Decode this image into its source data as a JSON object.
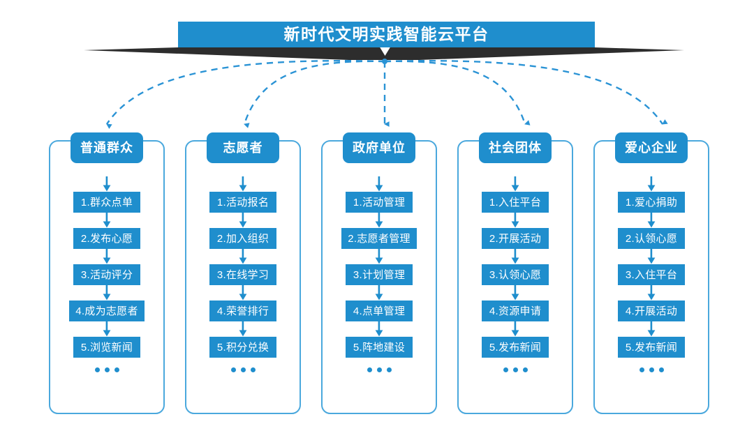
{
  "header": {
    "title": "新时代文明实践智能云平台",
    "bar_color": "#1f8ecd",
    "shadow_color": "#2d2d2d",
    "title_color": "#ffffff"
  },
  "theme": {
    "accent": "#1f8ecd",
    "frame_border": "#4aa8dd",
    "connector": "#2a93d5",
    "background": "#ffffff"
  },
  "connectors": {
    "style": "dashed-curved-arrow",
    "origin_label": "platform-hub",
    "count": 5
  },
  "columns": [
    {
      "title": "普通群众",
      "items": [
        "1.群众点单",
        "2.发布心愿",
        "3.活动评分",
        "4.成为志愿者",
        "5.浏览新闻"
      ],
      "more": "•••"
    },
    {
      "title": "志愿者",
      "items": [
        "1.活动报名",
        "2.加入组织",
        "3.在线学习",
        "4.荣誉排行",
        "5.积分兑换"
      ],
      "more": "•••"
    },
    {
      "title": "政府单位",
      "items": [
        "1.活动管理",
        "2.志愿者管理",
        "3.计划管理",
        "4.点单管理",
        "5.阵地建设"
      ],
      "more": "•••"
    },
    {
      "title": "社会团体",
      "items": [
        "1.入住平台",
        "2.开展活动",
        "3.认领心愿",
        "4.资源申请",
        "5.发布新闻"
      ],
      "more": "•••"
    },
    {
      "title": "爱心企业",
      "items": [
        "1.爱心捐助",
        "2.认领心愿",
        "3.入住平台",
        "4.开展活动",
        "5.发布新闻"
      ],
      "more": "•••"
    }
  ]
}
